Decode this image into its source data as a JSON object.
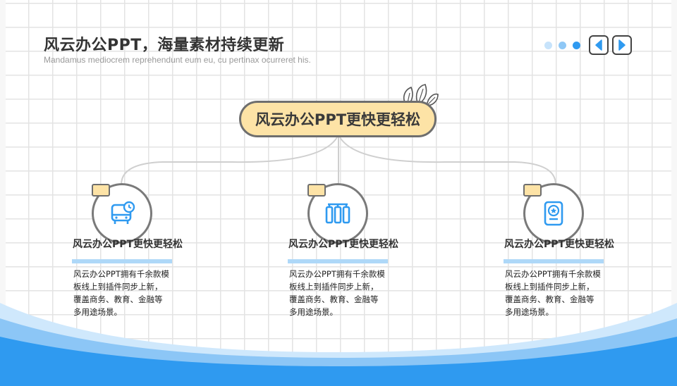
{
  "header": {
    "title": "风云办公PPT，海量素材持续更新",
    "subtitle": "Mandamus mediocrem reprehendunt eum eu, cu pertinax ocurreret his."
  },
  "nav": {
    "dots": 3,
    "prev_icon": "chevron-left-icon",
    "next_icon": "chevron-right-icon"
  },
  "center": {
    "label": "风云办公PPT更快更轻松"
  },
  "columns": [
    {
      "icon": "bus-clock-icon",
      "title": "风云办公PPT更快更轻松",
      "desc": [
        "风云办公PPT拥有千余款模",
        "板线上到插件同步上新，",
        "覆盖商务、教育、金融等",
        "多用途场景。"
      ]
    },
    {
      "icon": "hierarchy-icon",
      "title": "风云办公PPT更快更轻松",
      "desc": [
        "风云办公PPT拥有千余款模",
        "板线上到插件同步上新，",
        "覆盖商务、教育、金融等",
        "多用途场景。"
      ]
    },
    {
      "icon": "star-badge-icon",
      "title": "风云办公PPT更快更轻松",
      "desc": [
        "风云办公PPT拥有千余款模",
        "板线上到插件同步上新，",
        "覆盖商务、教育、金融等",
        "多用途场景。"
      ]
    }
  ],
  "colors": {
    "accent": "#2f9af0",
    "highlight": "#fde3a6",
    "outline": "#6e6e6e",
    "bar": "#aed8f8"
  }
}
